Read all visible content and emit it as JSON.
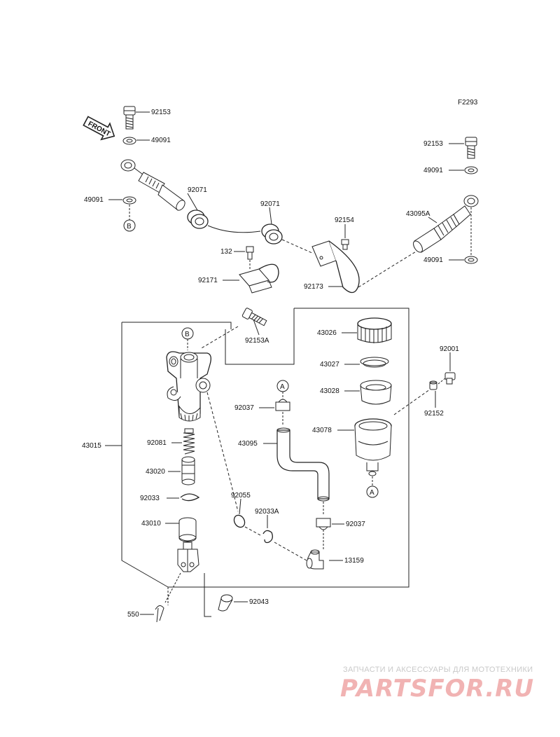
{
  "figure_id": "F2293",
  "front_label": "FRONT",
  "ref_a": "A",
  "ref_b": "B",
  "parts": {
    "p92153_top": "92153",
    "p49091_top": "49091",
    "p49091_left": "49091",
    "p92071_left": "92071",
    "p92071_mid": "92071",
    "p132": "132",
    "p92171": "92171",
    "p92154": "92154",
    "p92173": "92173",
    "p43095A": "43095A",
    "p92153_right": "92153",
    "p49091_right1": "49091",
    "p49091_right2": "49091",
    "p92153A": "92153A",
    "p43026": "43026",
    "p43027": "43027",
    "p43028": "43028",
    "p43078": "43078",
    "p92001": "92001",
    "p92152": "92152",
    "p92037_top": "92037",
    "p43095": "43095",
    "p43015": "43015",
    "p92081": "92081",
    "p43020": "43020",
    "p92033": "92033",
    "p92055": "92055",
    "p92033A": "92033A",
    "p92037_bot": "92037",
    "p43010": "43010",
    "p13159": "13159",
    "p550": "550",
    "p92043": "92043"
  },
  "watermark": {
    "line1": "ЗАПЧАСТИ И АКСЕССУАРЫ ДЛЯ МОТОТЕХНИКИ",
    "logo": "PARTSFOR.RU"
  }
}
